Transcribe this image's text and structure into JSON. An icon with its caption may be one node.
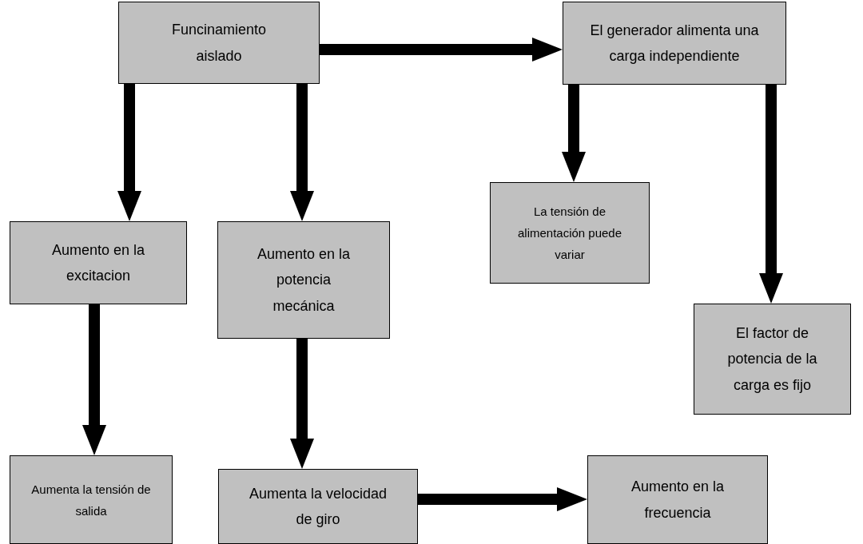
{
  "diagram": {
    "nodes": [
      {
        "text": [
          "Funcinamiento aislado"
        ]
      },
      {
        "text": [
          "El generador alimenta una carga independiente"
        ]
      },
      {
        "text": [
          "Aumento en la excitacion"
        ]
      },
      {
        "text": [
          "Aumento en la potencia mecánica"
        ]
      },
      {
        "text": [
          "La tensión de alimentación puede variar"
        ]
      },
      {
        "text": [
          "El factor de potencia de la carga es fijo"
        ]
      },
      {
        "text": [
          "Aumenta la tensión de salida"
        ]
      },
      {
        "text": [
          "Aumenta la velocidad de giro"
        ]
      },
      {
        "text": [
          "Aumento en la frecuencia"
        ]
      }
    ],
    "edges": [
      {
        "from": 0,
        "to": 1,
        "arrow": "to"
      },
      {
        "from": 0,
        "to": 2,
        "arrow": "to"
      },
      {
        "from": 0,
        "to": 3,
        "arrow": "to"
      },
      {
        "from": 1,
        "to": 4,
        "arrow": "to"
      },
      {
        "from": 1,
        "to": 5,
        "arrow": "to"
      },
      {
        "from": 2,
        "to": 6,
        "arrow": "to"
      },
      {
        "from": 3,
        "to": 7,
        "arrow": "to"
      },
      {
        "from": 7,
        "to": 8,
        "arrow": "to"
      }
    ]
  }
}
